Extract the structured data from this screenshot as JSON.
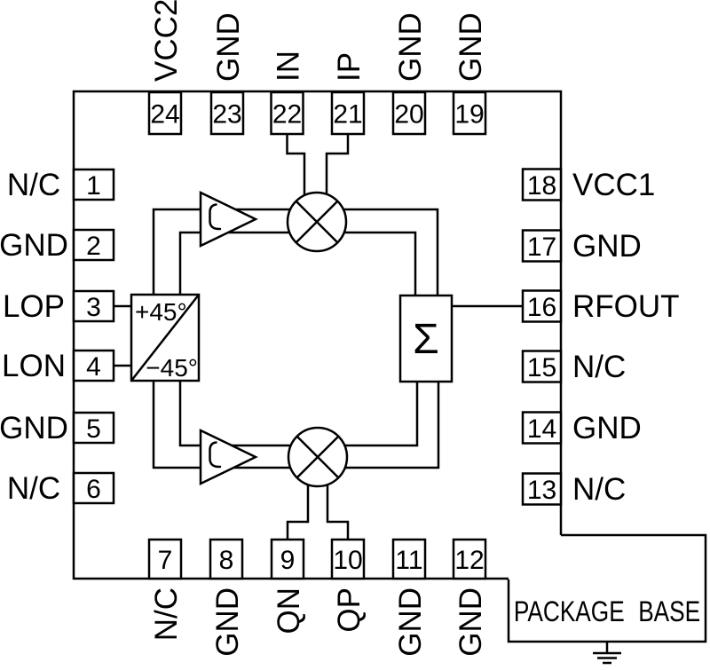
{
  "pins": {
    "top": [
      {
        "number": "24",
        "label": "VCC2"
      },
      {
        "number": "23",
        "label": "GND"
      },
      {
        "number": "22",
        "label": "IN"
      },
      {
        "number": "21",
        "label": "IP"
      },
      {
        "number": "20",
        "label": "GND"
      },
      {
        "number": "19",
        "label": "GND"
      }
    ],
    "left": [
      {
        "number": "1",
        "label": "N/C"
      },
      {
        "number": "2",
        "label": "GND"
      },
      {
        "number": "3",
        "label": "LOP"
      },
      {
        "number": "4",
        "label": "LON"
      },
      {
        "number": "5",
        "label": "GND"
      },
      {
        "number": "6",
        "label": "N/C"
      }
    ],
    "right": [
      {
        "number": "18",
        "label": "VCC1"
      },
      {
        "number": "17",
        "label": "GND"
      },
      {
        "number": "16",
        "label": "RFOUT"
      },
      {
        "number": "15",
        "label": "N/C"
      },
      {
        "number": "14",
        "label": "GND"
      },
      {
        "number": "13",
        "label": "N/C"
      }
    ],
    "bottom": [
      {
        "number": "7",
        "label": "N/C"
      },
      {
        "number": "8",
        "label": "GND"
      },
      {
        "number": "9",
        "label": "QN"
      },
      {
        "number": "10",
        "label": "QP"
      },
      {
        "number": "11",
        "label": "GND"
      },
      {
        "number": "12",
        "label": "GND"
      }
    ]
  },
  "blocks": {
    "phase_splitter": {
      "plus_label": "+45°",
      "minus_label": "−45°"
    },
    "summer_label": "Σ",
    "package_base_label": "PACKAGE BASE"
  },
  "icons": {
    "mixer": "multiply-in-circle",
    "amplifier": "limiter-transfer-curve",
    "ground": "earth-ground"
  },
  "colors": {
    "line": "#000000",
    "background": "#ffffff"
  }
}
